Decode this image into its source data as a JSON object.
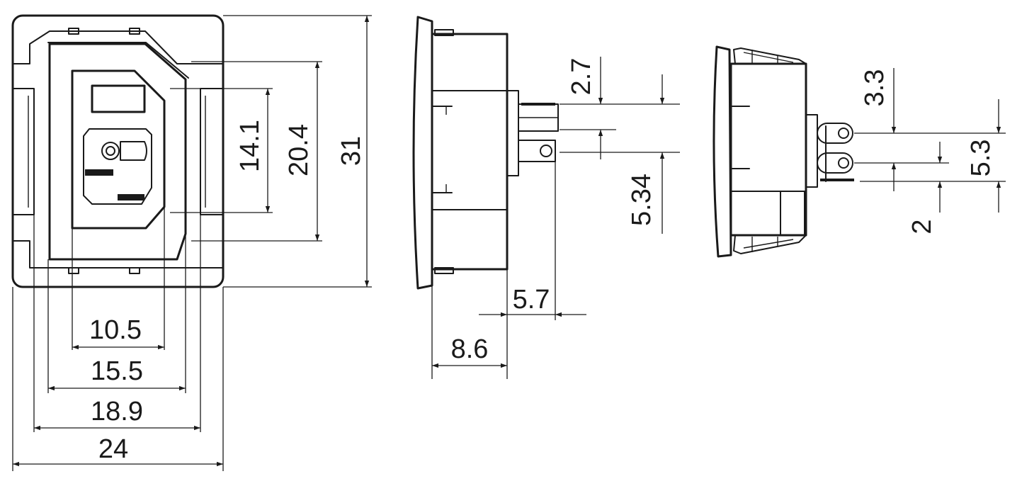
{
  "front_view": {
    "dims": {
      "h_10_5": "10.5",
      "h_15_5": "15.5",
      "h_18_9": "18.9",
      "h_24": "24",
      "v_14_1": "14.1",
      "v_20_4": "20.4",
      "v_31": "31"
    }
  },
  "side_view": {
    "dims": {
      "v_2_7": "2.7",
      "v_5_34": "5.34",
      "h_5_7": "5.7",
      "h_8_6": "8.6"
    }
  },
  "rear_view": {
    "dims": {
      "v_3_3": "3.3",
      "v_5_3": "5.3",
      "v_2": "2"
    }
  }
}
